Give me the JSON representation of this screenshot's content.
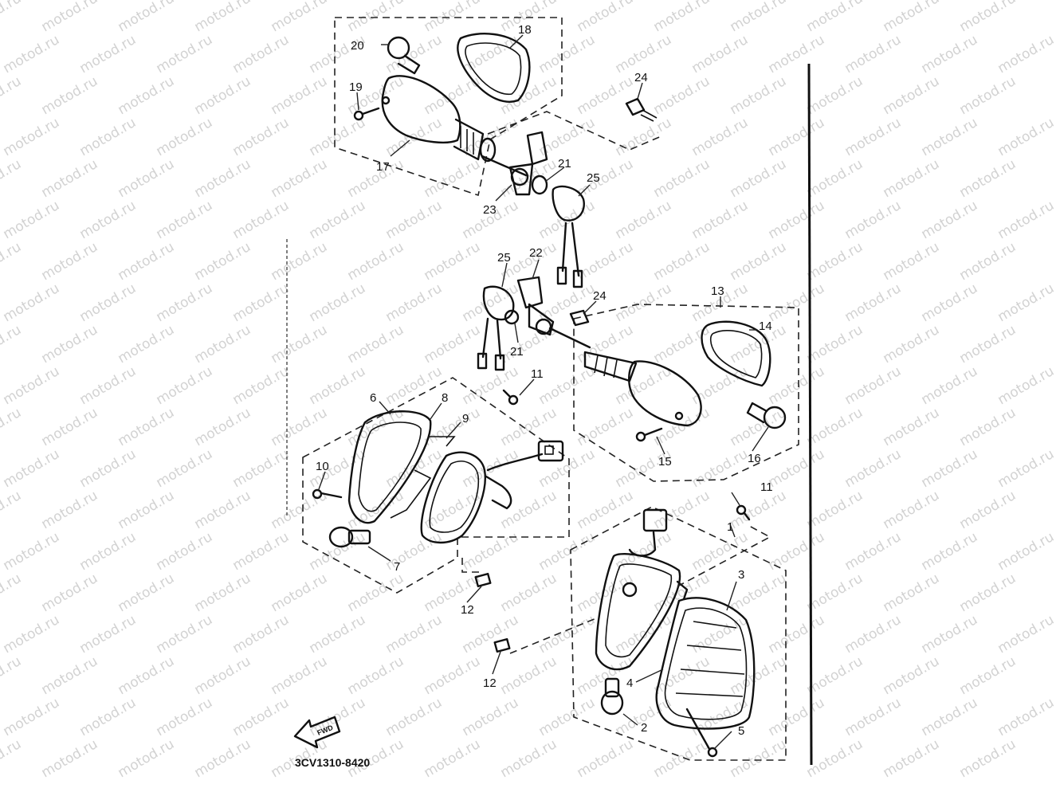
{
  "watermark": {
    "text": "motod.ru",
    "color": "#d2d2d2"
  },
  "diagram_code": "3CV1310-8420",
  "fwd_label": "FWD",
  "callouts": {
    "c1": "1",
    "c2": "2",
    "c3": "3",
    "c4": "4",
    "c5": "5",
    "c6": "6",
    "c7": "7",
    "c8": "8",
    "c9": "9",
    "c10": "10",
    "c11a": "11",
    "c11b": "11",
    "c12a": "12",
    "c12b": "12",
    "c13": "13",
    "c14": "14",
    "c15": "15",
    "c16": "16",
    "c17": "17",
    "c18": "18",
    "c19": "19",
    "c20": "20",
    "c21a": "21",
    "c21b": "21",
    "c22": "22",
    "c23": "23",
    "c24a": "24",
    "c24b": "24",
    "c25a": "25",
    "c25b": "25"
  },
  "colors": {
    "ink": "#111111",
    "background": "#ffffff"
  }
}
